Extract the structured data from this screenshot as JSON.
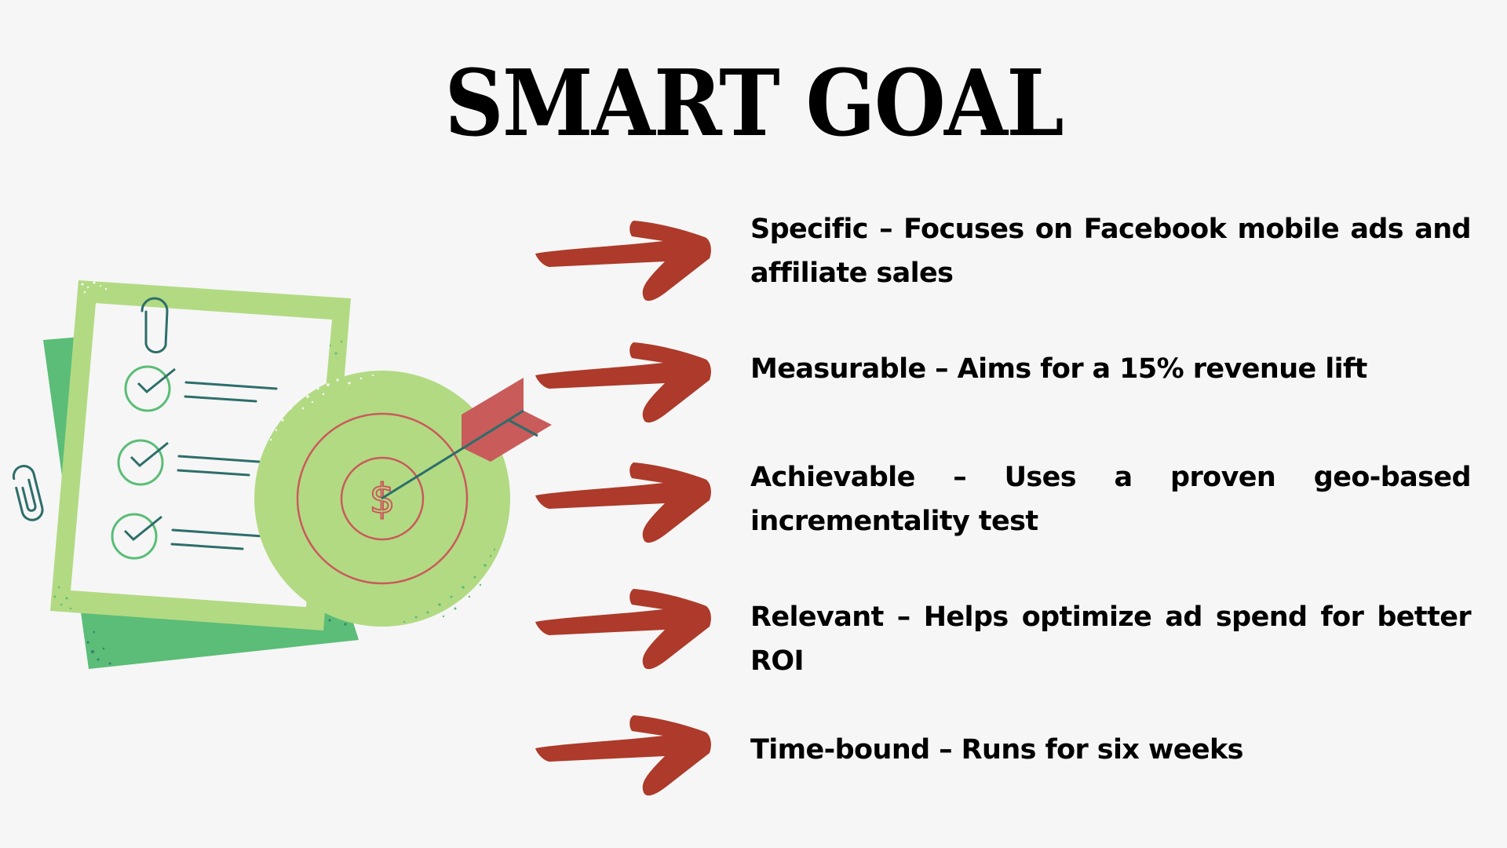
{
  "title": "SMART GOAL",
  "colors": {
    "background": "#f6f6f6",
    "arrow": "#ad3a2a",
    "light_green": "#b2da83",
    "dark_green": "#5bbd77",
    "teal": "#2d6e6a",
    "target_red": "#c95b5b"
  },
  "illustration": {
    "target_symbol": "$",
    "checklist_items": 3
  },
  "items": [
    {
      "label": "Specific",
      "text": "Specific – Focuses on Facebook mobile ads and affiliate sales"
    },
    {
      "label": "Measurable",
      "text": "Measurable – Aims for a 15% revenue lift"
    },
    {
      "label": "Achievable",
      "text": "Achievable – Uses a proven geo-based incrementality test"
    },
    {
      "label": "Relevant",
      "text": "Relevant – Helps optimize ad spend for better ROI"
    },
    {
      "label": "Time-bound",
      "text": "Time-bound – Runs for six weeks"
    }
  ]
}
